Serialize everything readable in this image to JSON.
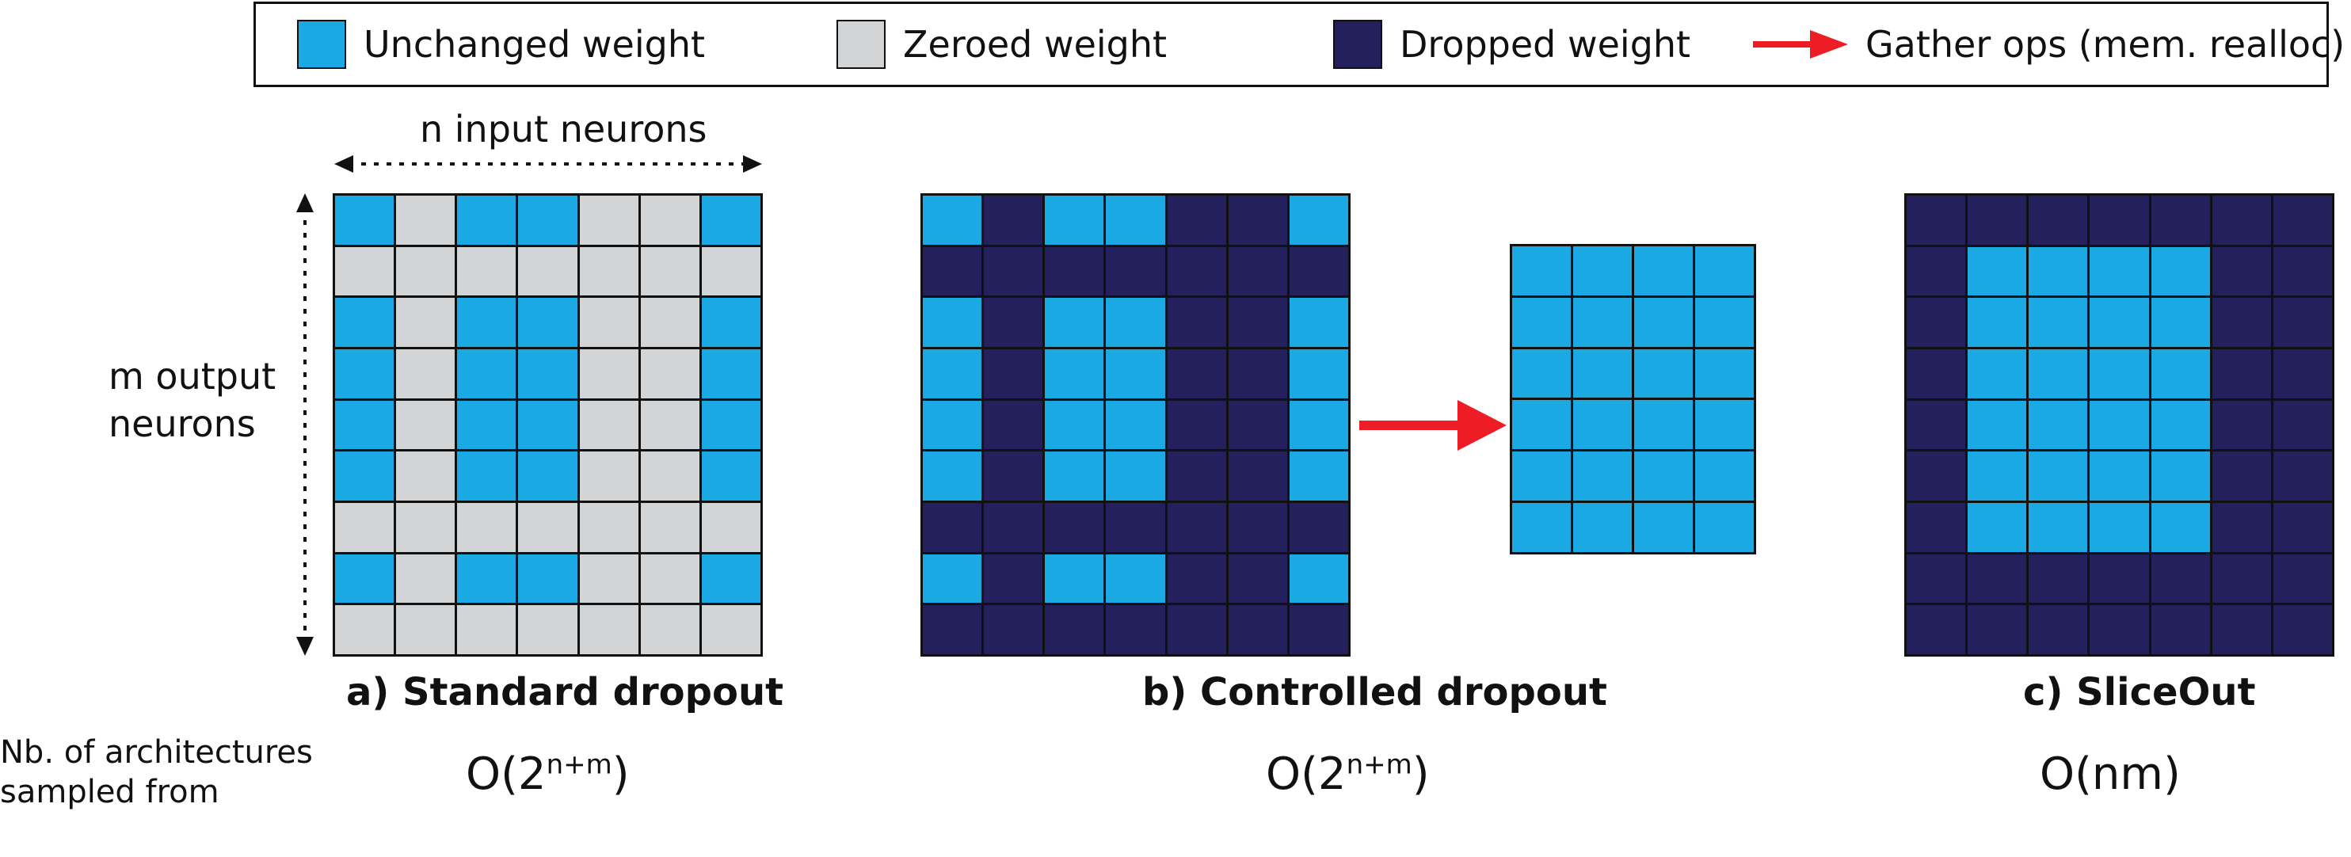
{
  "legend": {
    "unchanged_label": "Unchanged weight",
    "zeroed_label": "Zeroed weight",
    "dropped_label": "Dropped weight",
    "gather_label": "Gather ops (mem. realloc)"
  },
  "colors": {
    "unchanged": "#1ba9e3",
    "zeroed": "#d3d4d6",
    "dropped": "#24205e",
    "gather_arrow": "#ee1c25"
  },
  "axis": {
    "input_label": "n input neurons",
    "output_label_line1": "m output",
    "output_label_line2": "neurons"
  },
  "panels": {
    "a": {
      "caption": "a) Standard dropout",
      "complexity_base": "O(2",
      "complexity_exp": "n+m",
      "complexity_close": ")",
      "grid": [
        "UZUUZZU",
        "ZZZZZZZ",
        "UZUUZZU",
        "UZUUZZU",
        "UZUUZZU",
        "UZUUZZU",
        "ZZZZZZZ",
        "UZUUZZU",
        "ZZZZZZZ"
      ]
    },
    "b": {
      "caption": "b) Controlled dropout",
      "complexity_base": "O(2",
      "complexity_exp": "n+m",
      "complexity_close": ")",
      "grid": [
        "UDUUDDU",
        "DDDDDDD",
        "UDUUDDU",
        "UDUUDDU",
        "UDUUDDU",
        "UDUUDDU",
        "DDDDDDD",
        "UDUUDDU",
        "DDDDDDD"
      ],
      "compact_grid": [
        "UUUU",
        "UUUU",
        "UUUU",
        "UUUU",
        "UUUU",
        "UUUU"
      ]
    },
    "c": {
      "caption": "c) SliceOut",
      "complexity": "O(nm)",
      "grid": [
        "DDDDDDD",
        "DUUUUDD",
        "DUUUUDD",
        "DUUUUDD",
        "DUUUUDD",
        "DUUUUDD",
        "DUUUUDD",
        "DDDDDDD",
        "DDDDDDD"
      ]
    }
  },
  "row_label_line1": "Nb. of architectures",
  "row_label_line2": "sampled from"
}
